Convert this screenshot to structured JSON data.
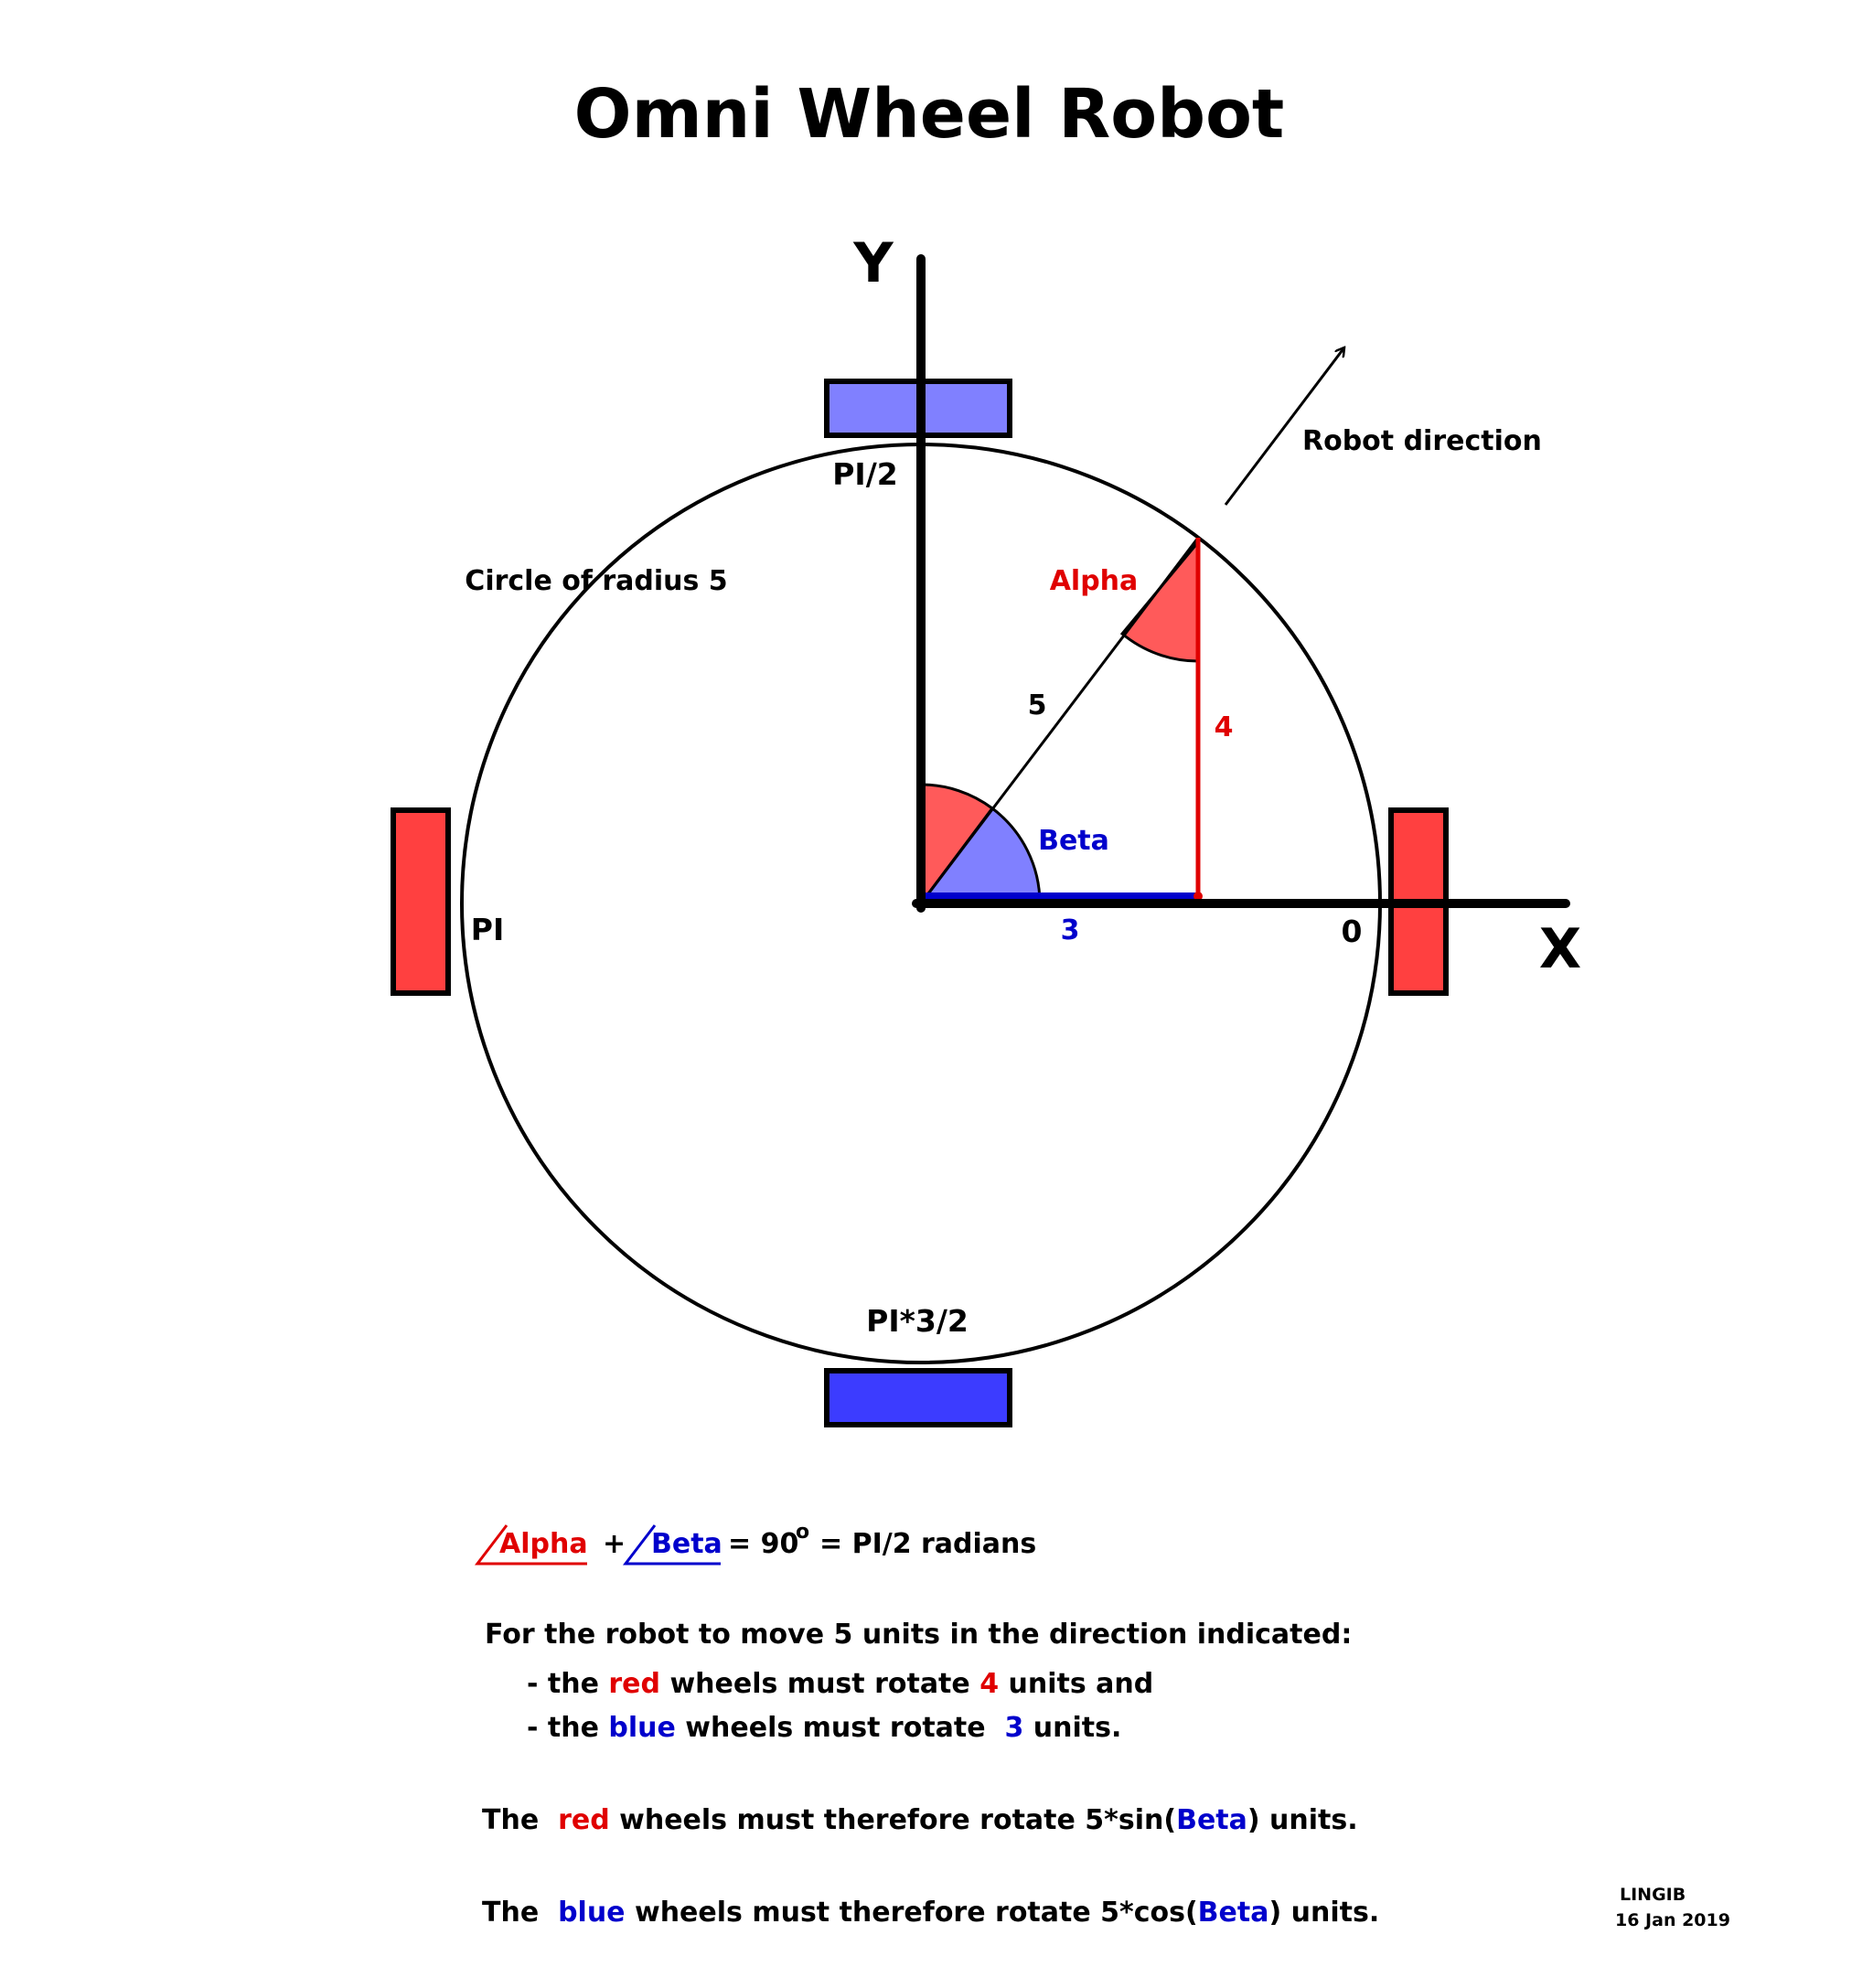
{
  "title": "Omni Wheel Robot",
  "axes": {
    "x_label": "X",
    "y_label": "Y"
  },
  "circle": {
    "label": "Circle of radius 5",
    "radius": 5
  },
  "angles": {
    "right": "0",
    "top": "PI/2",
    "left": "PI",
    "bottom": "PI*3/2"
  },
  "direction_label": "Robot direction",
  "triangle": {
    "hypotenuse": "5",
    "opposite": "4",
    "adjacent": "3",
    "alpha": "Alpha",
    "beta": "Beta"
  },
  "colors": {
    "red": "#e00000",
    "red_fill": "#ff5a5a",
    "blue": "#0000cc",
    "blue_fill": "#8080ff",
    "blue_dark_fill": "#3c3cff"
  },
  "equation": {
    "alpha": "Alpha",
    "plus": "+",
    "beta": "Beta",
    "rest": "= 90",
    "degree": "o",
    "tail": "= PI/2 radians"
  },
  "explanation": {
    "intro": "For the robot to move 5 units in the direction indicated:",
    "line1": {
      "pre": "- the ",
      "color_word": "red",
      "mid": " wheels must rotate ",
      "value": "4",
      "post": " units and"
    },
    "line2": {
      "pre": "- the ",
      "color_word": "blue",
      "mid": " wheels must rotate  ",
      "value": "3",
      "post": " units."
    },
    "line3": {
      "pre": "The  ",
      "color_word": "red",
      "mid": " wheels must therefore rotate 5*sin(",
      "func_arg": "Beta",
      "post": ") units."
    },
    "line4": {
      "pre": "The  ",
      "color_word": "blue",
      "mid": " wheels must therefore rotate 5*cos(",
      "func_arg": "Beta",
      "post": ") units."
    }
  },
  "signature": {
    "author": "LINGIB",
    "date": "16 Jan 2019"
  }
}
